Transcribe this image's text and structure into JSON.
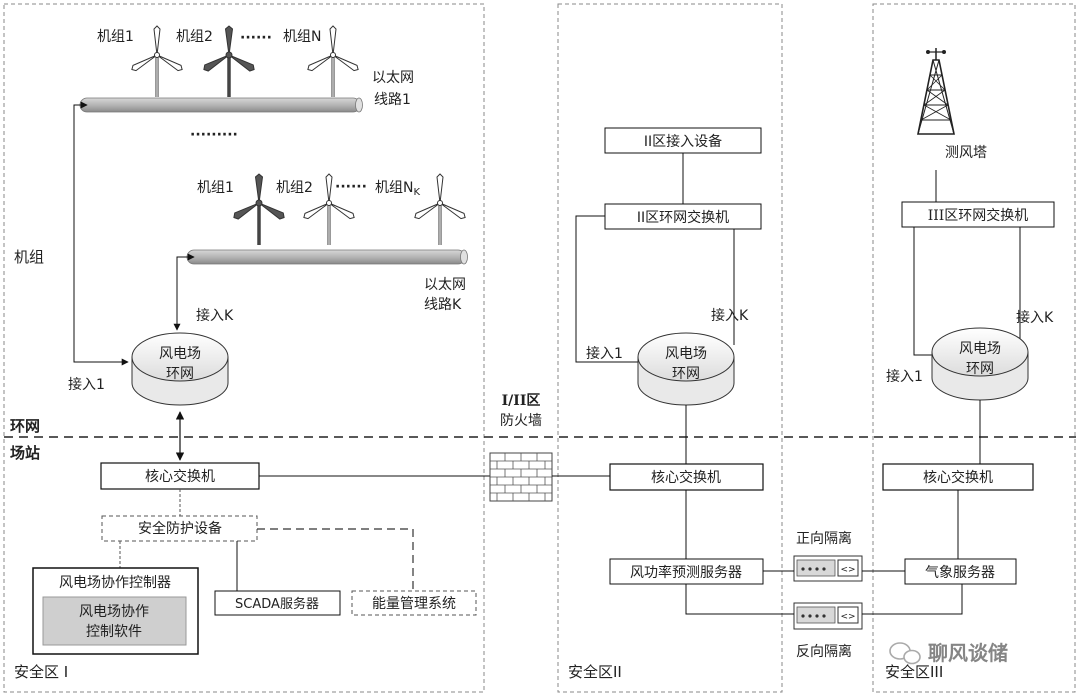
{
  "zones": {
    "unit_zone_label": "机组",
    "ring_zone_label": "环网",
    "station_zone_label": "场站",
    "zone1_label": "安全区 I",
    "zone2_label": "安全区II",
    "zone3_label": "安全区III"
  },
  "turbines_line1": {
    "t1": "机组1",
    "t2": "机组2",
    "dots": "······",
    "tn": "机组N",
    "line_label_1": "以太网",
    "line_label_2": "线路1"
  },
  "middle_dots": "·········",
  "turbines_lineK": {
    "t1": "机组1",
    "t2": "机组2",
    "dots": "······",
    "tn": "机组N",
    "tn_sub": "K",
    "line_label_1": "以太网",
    "line_label_2": "线路K"
  },
  "ring1": {
    "line1": "风电场",
    "line2": "环网",
    "access_k": "接入K",
    "access_1": "接入1"
  },
  "ring2": {
    "line1": "风电场",
    "line2": "环网",
    "access_k": "接入K",
    "access_1": "接入1"
  },
  "ring3": {
    "line1": "风电场",
    "line2": "环网",
    "access_k": "接入K",
    "access_1": "接入1"
  },
  "zone2": {
    "access_device": "II区接入设备",
    "ring_switch": "II区环网交换机"
  },
  "zone3": {
    "mast_label": "测风塔",
    "ring_switch": "III区环网交换机"
  },
  "firewall": {
    "line1": "I/II区",
    "line2": "防火墙"
  },
  "core_switch_1": "核心交换机",
  "core_switch_2": "核心交换机",
  "core_switch_3": "核心交换机",
  "security_device": "安全防护设备",
  "controller": {
    "title": "风电场协作控制器",
    "software_1": "风电场协作",
    "software_2": "控制软件"
  },
  "scada": "SCADA服务器",
  "ems": "能量管理系统",
  "forecast_server": "风功率预测服务器",
  "weather_server": "气象服务器",
  "forward_isolation": "正向隔离",
  "reverse_isolation": "反向隔离",
  "watermark": "聊风谈储"
}
